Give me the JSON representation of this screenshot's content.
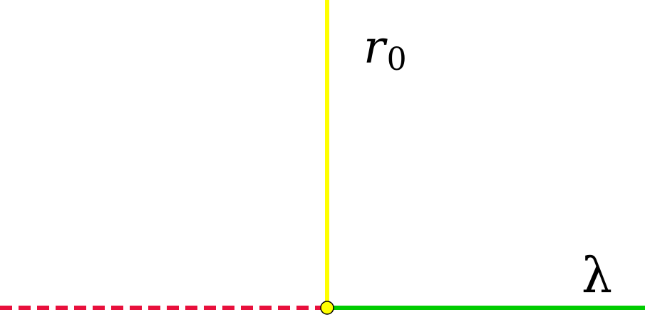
{
  "labels": {
    "vertical_main": "r",
    "vertical_sub": "0",
    "horizontal": "λ"
  },
  "colors": {
    "background": "#ffffff",
    "vertical_line": "#ffff00",
    "horizontal_solid": "#00cc00",
    "horizontal_dashed": "#e8103c",
    "junction_fill": "#ffff00",
    "junction_stroke": "#000000",
    "text": "#000000"
  },
  "line_styles": {
    "vertical": "solid",
    "right_horizontal": "solid",
    "left_horizontal": "dashed"
  }
}
